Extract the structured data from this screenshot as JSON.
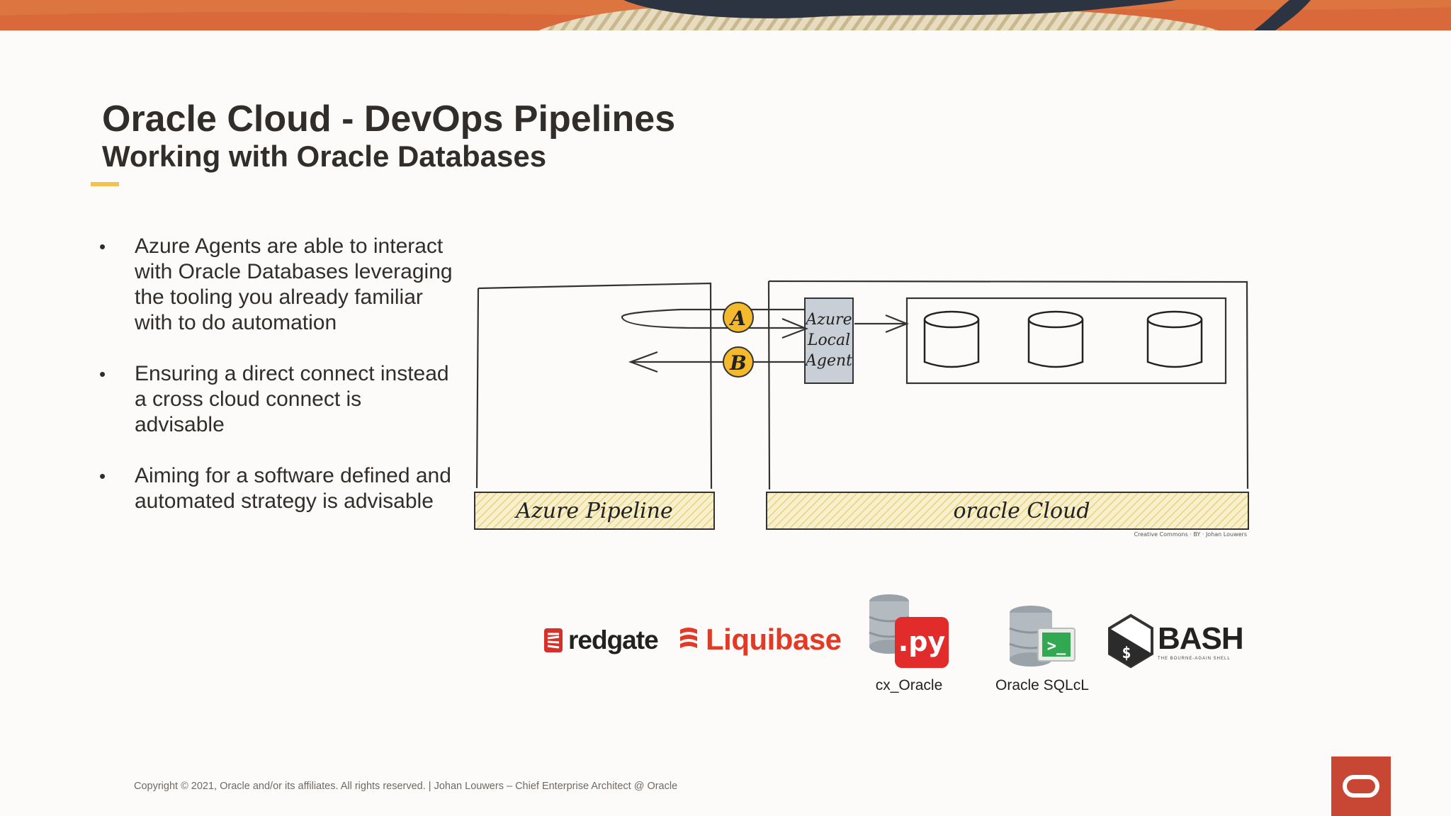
{
  "colors": {
    "banner_orange": "#d9693a",
    "accent_yellow": "#f0c44c",
    "oracle_red": "#c74634",
    "text_dark": "#312d2a",
    "hatch_yellow": "#f3e6a6",
    "marker_yellow": "#f5b92e"
  },
  "slide": {
    "title": "Oracle Cloud - DevOps Pipelines",
    "subtitle": "Working with Oracle Databases"
  },
  "bullets": [
    "Azure Agents are able to interact with Oracle Databases leveraging the tooling you already familiar with to do automation",
    "Ensuring a direct connect instead a cross cloud connect is advisable",
    "Aiming for a software defined and automated strategy is advisable"
  ],
  "diagram": {
    "azure_pipeline_label": "Azure Pipeline",
    "oracle_cloud_label": "oracle Cloud",
    "agent_label_line1": "Azure",
    "agent_label_line2": "Local",
    "agent_label_line3": "Agent",
    "marker_a": "A",
    "marker_b": "B",
    "credit": "Creative Commons · BY · Johan Louwers"
  },
  "tools": {
    "redgate": "redgate",
    "liquibase": "Liquibase",
    "cx_oracle_badge": ".py",
    "cx_oracle_label": "cx_Oracle",
    "sqlcl_badge": ">_",
    "sqlcl_label": "Oracle SQLcL",
    "bash": "BASH",
    "bash_prompt": "$",
    "bash_tagline": "THE BOURNE-AGAIN SHELL"
  },
  "footer": {
    "text": "Copyright © 2021, Oracle and/or its affiliates. All rights reserved.   |  Johan Louwers – Chief Enterprise Architect @ Oracle"
  }
}
